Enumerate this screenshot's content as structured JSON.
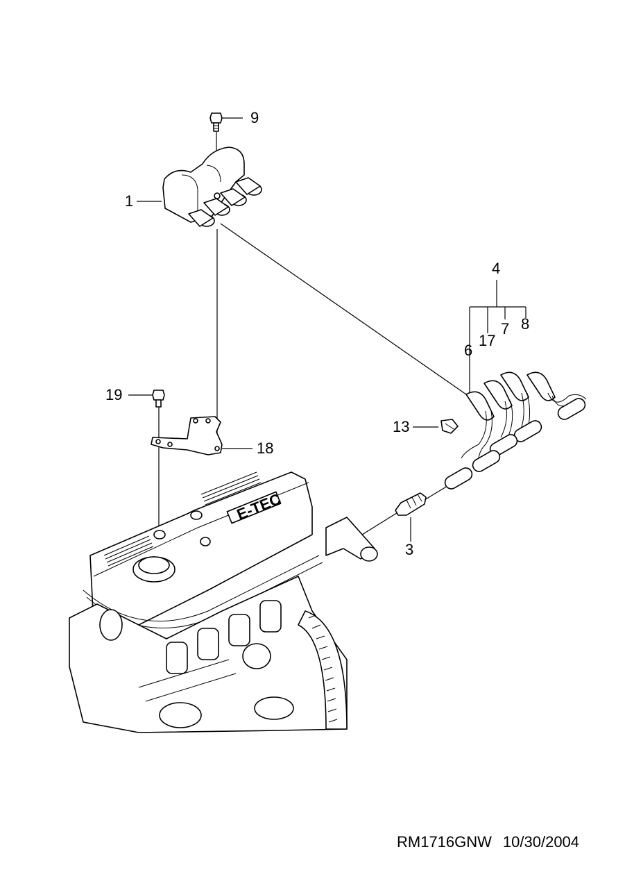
{
  "callouts": [
    {
      "id": "callout-9",
      "label": "9"
    },
    {
      "id": "callout-1",
      "label": "1"
    },
    {
      "id": "callout-4",
      "label": "4"
    },
    {
      "id": "callout-6",
      "label": "6"
    },
    {
      "id": "callout-17",
      "label": "17"
    },
    {
      "id": "callout-7",
      "label": "7"
    },
    {
      "id": "callout-8",
      "label": "8"
    },
    {
      "id": "callout-13",
      "label": "13"
    },
    {
      "id": "callout-19",
      "label": "19"
    },
    {
      "id": "callout-18",
      "label": "18"
    },
    {
      "id": "callout-3",
      "label": "3"
    }
  ],
  "engine_badge": "E-TEC",
  "footer": {
    "drawing_code": "RM1716GNW",
    "date": "10/30/2004"
  }
}
